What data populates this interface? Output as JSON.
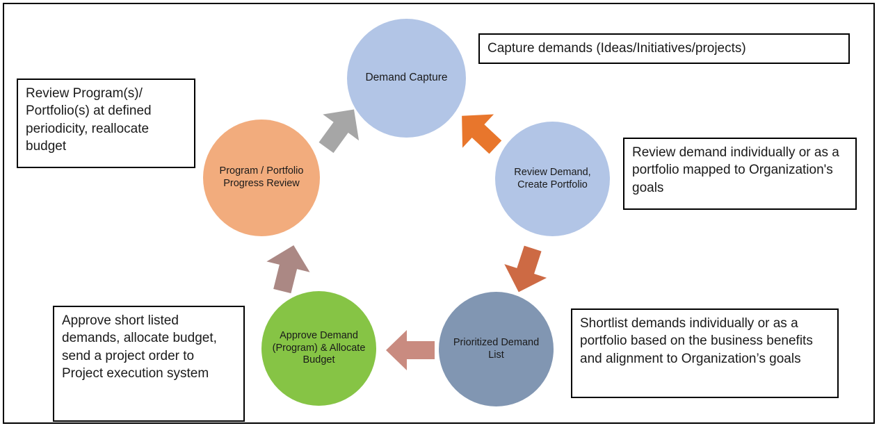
{
  "diagram": {
    "title": "Demand and Portfolio Management Lifecycle",
    "type": "cycle",
    "colors": {
      "light_blue": "#b2c5e6",
      "peach": "#f2ac7d",
      "slate_blue": "#8196b2",
      "green": "#86c445",
      "orange_arrow": "#e8762c",
      "terracotta_arrow": "#cd6a44",
      "rose_arrow": "#c98b80",
      "mauve_arrow": "#ab8884",
      "gray_arrow": "#a6a6a6",
      "border": "#000000",
      "text": "#1a1a1a",
      "background": "#ffffff"
    },
    "nodes": [
      {
        "id": "demand-capture",
        "label": "Demand\nCapture",
        "color": "#b2c5e6"
      },
      {
        "id": "review-demand",
        "label": "Review\nDemand,\nCreate\nPortfolio",
        "color": "#b2c5e6"
      },
      {
        "id": "prioritized-demand",
        "label": "Prioritized\nDemand List",
        "color": "#8196b2"
      },
      {
        "id": "approve-demand",
        "label": "Approve\nDemand\n(Program) &\nAllocate\nBudget",
        "color": "#86c445"
      },
      {
        "id": "program-review",
        "label": "Program /\nPortfolio\nProgress\nReview",
        "color": "#f2ac7d"
      }
    ],
    "arrows": [
      {
        "id": "arrow-capture-to-review",
        "from": "demand-capture",
        "to": "review-demand",
        "color": "#e8762c",
        "direction": "down-right"
      },
      {
        "id": "arrow-review-to-prioritized",
        "from": "review-demand",
        "to": "prioritized-demand",
        "color": "#cd6a44",
        "direction": "down"
      },
      {
        "id": "arrow-prioritized-to-approve",
        "from": "prioritized-demand",
        "to": "approve-demand",
        "color": "#c98b80",
        "direction": "left"
      },
      {
        "id": "arrow-approve-to-program",
        "from": "approve-demand",
        "to": "program-review",
        "color": "#ab8884",
        "direction": "up"
      },
      {
        "id": "arrow-program-to-capture",
        "from": "program-review",
        "to": "demand-capture",
        "color": "#a6a6a6",
        "direction": "up-right"
      }
    ],
    "callouts": [
      {
        "id": "callout-capture",
        "for": "demand-capture",
        "text": "Capture demands (Ideas/Initiatives/projects)"
      },
      {
        "id": "callout-program",
        "for": "program-review",
        "text": "Review Program(s)/ Portfolio(s) at defined periodicity, reallocate budget"
      },
      {
        "id": "callout-review",
        "for": "review-demand",
        "text": "Review demand individually or as a portfolio mapped to Organization's goals"
      },
      {
        "id": "callout-shortlist",
        "for": "prioritized-demand",
        "text": "Shortlist demands individually or as a portfolio based on the business benefits and alignment to Organization’s goals"
      },
      {
        "id": "callout-approve",
        "for": "approve-demand",
        "text": "Approve  short listed demands, allocate budget, send a project order to Project execution system"
      }
    ]
  }
}
